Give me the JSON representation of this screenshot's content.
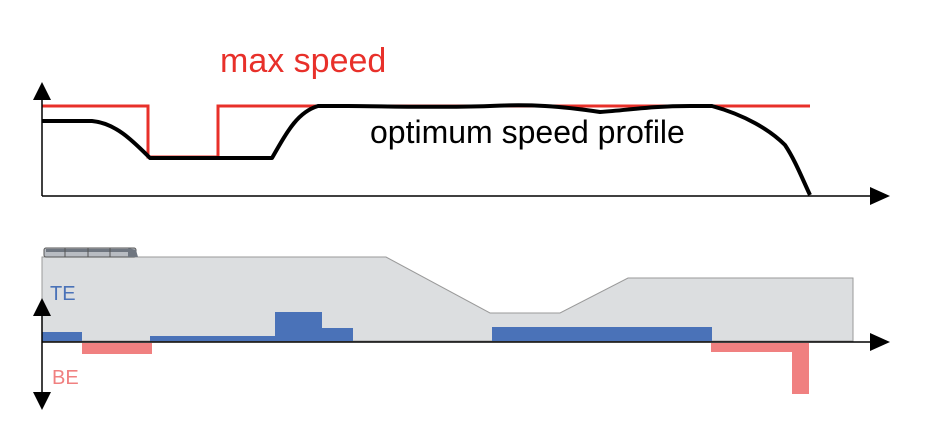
{
  "labels": {
    "max_speed": "max speed",
    "optimum_profile": "optimum speed profile",
    "te": "TE",
    "be": "BE"
  },
  "colors": {
    "max_speed": "#e8302a",
    "optimum_profile": "#000000",
    "terrain": "#dcdee0",
    "te": "#4a72b8",
    "be": "#f08080",
    "axis": "#000000"
  },
  "icons": {
    "train": "train-icon"
  }
}
